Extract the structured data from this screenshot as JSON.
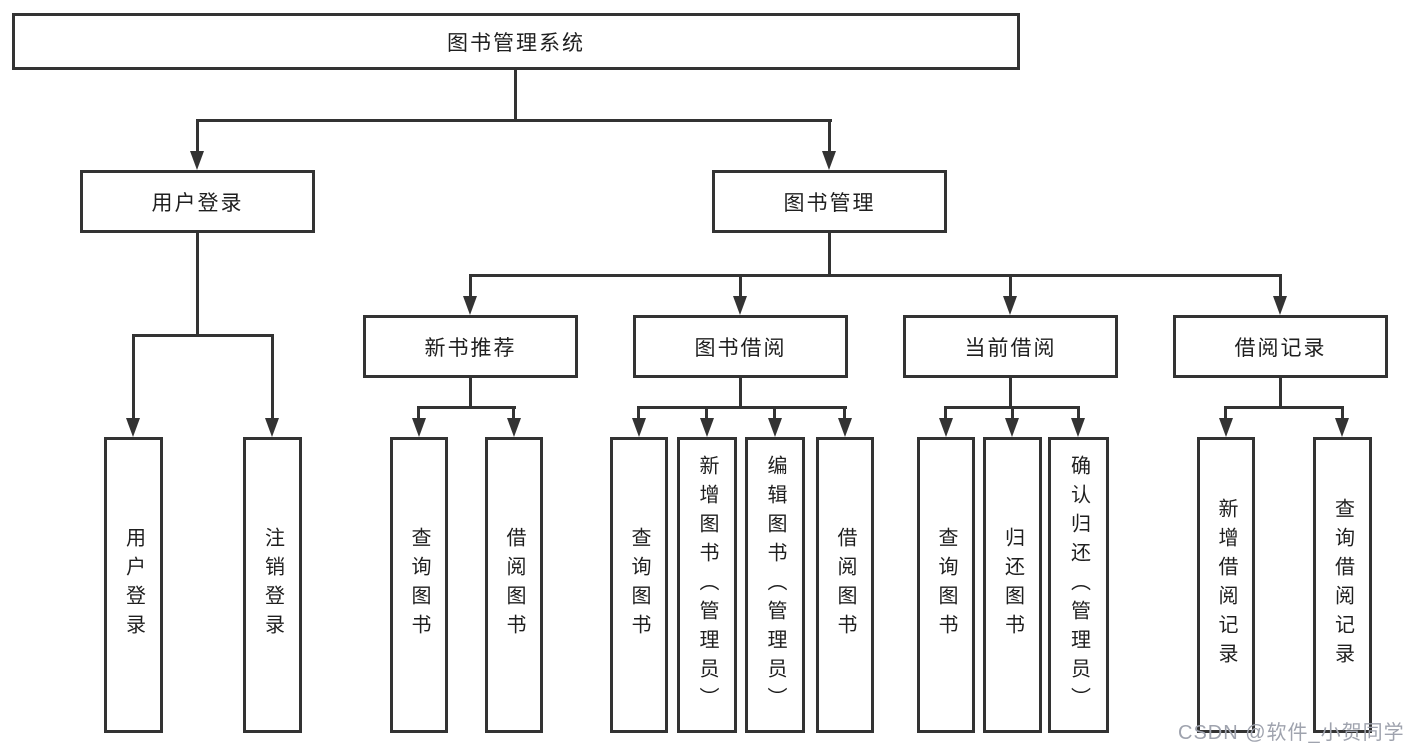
{
  "colors": {
    "stroke": "#333333",
    "text": "#1f1f1f",
    "watermark": "#9fa3ae",
    "background": "#ffffff"
  },
  "root": {
    "label": "图书管理系统"
  },
  "level1": [
    {
      "label": "用户登录"
    },
    {
      "label": "图书管理"
    }
  ],
  "level2": [
    {
      "label": "新书推荐",
      "parent": "图书管理"
    },
    {
      "label": "图书借阅",
      "parent": "图书管理"
    },
    {
      "label": "当前借阅",
      "parent": "图书管理"
    },
    {
      "label": "借阅记录",
      "parent": "图书管理"
    }
  ],
  "leaves": [
    {
      "label": "用户登录",
      "parent": "用户登录"
    },
    {
      "label": "注销登录",
      "parent": "用户登录"
    },
    {
      "label": "查询图书",
      "parent": "新书推荐"
    },
    {
      "label": "借阅图书",
      "parent": "新书推荐"
    },
    {
      "label": "查询图书",
      "parent": "图书借阅"
    },
    {
      "label": "新增图书（管理员）",
      "parent": "图书借阅"
    },
    {
      "label": "编辑图书（管理员）",
      "parent": "图书借阅"
    },
    {
      "label": "借阅图书",
      "parent": "图书借阅"
    },
    {
      "label": "查询图书",
      "parent": "当前借阅"
    },
    {
      "label": "归还图书",
      "parent": "当前借阅"
    },
    {
      "label": "确认归还（管理员）",
      "parent": "当前借阅"
    },
    {
      "label": "新增借阅记录",
      "parent": "借阅记录"
    },
    {
      "label": "查询借阅记录",
      "parent": "借阅记录"
    }
  ],
  "watermark": {
    "text": "CSDN @软件_小贺同学"
  }
}
